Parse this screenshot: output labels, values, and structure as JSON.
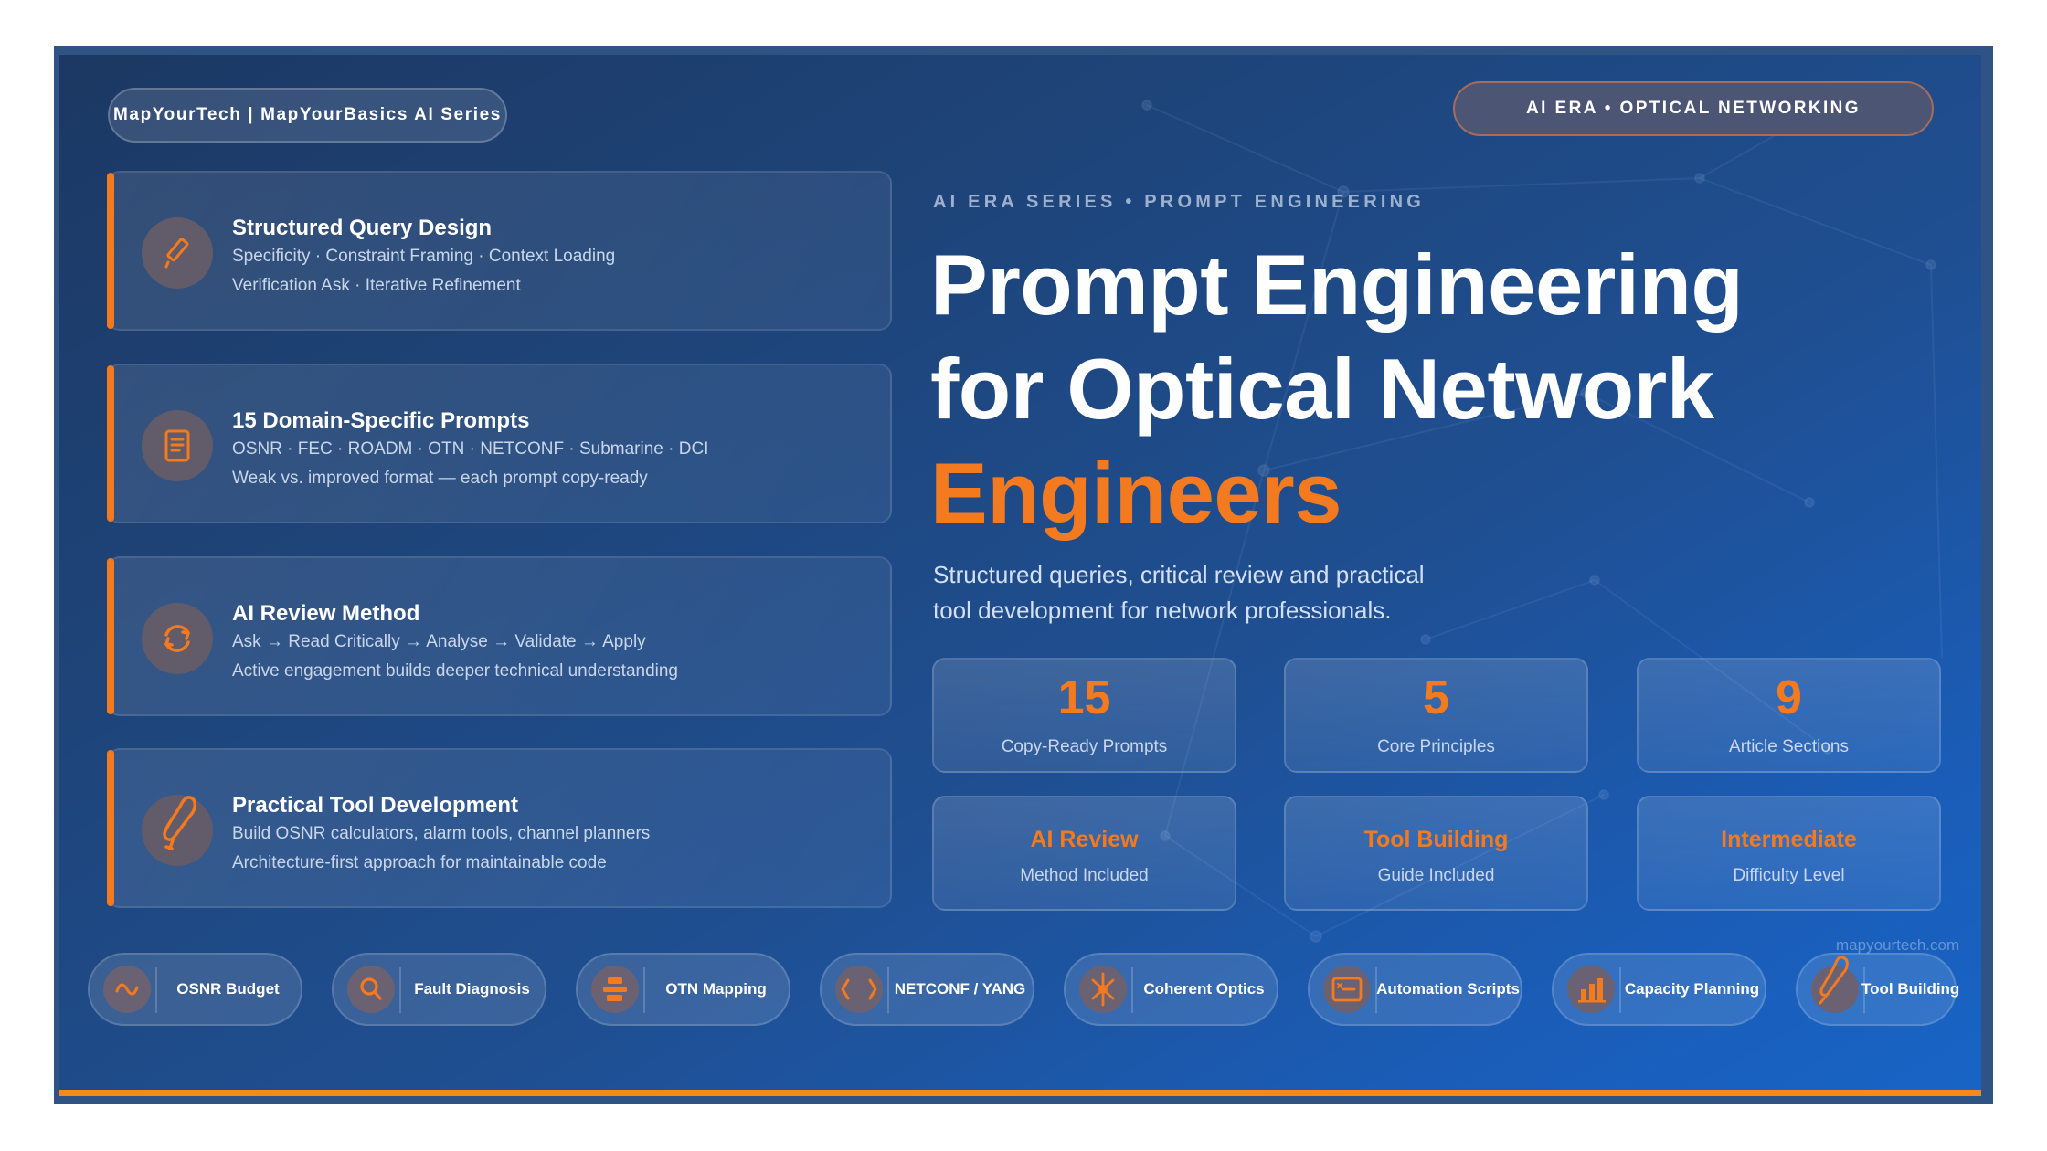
{
  "brand_pill": "MapYourTech | MapYourBasics AI Series",
  "era_pill": "AI ERA • OPTICAL NETWORKING",
  "kicker": "AI ERA SERIES • PROMPT ENGINEERING",
  "headline": {
    "line1": "Prompt Engineering",
    "line2": "for Optical Network",
    "line3": "Engineers"
  },
  "subtitle": {
    "line1": "Structured queries, critical review and practical",
    "line2": "tool development for network professionals."
  },
  "feature_cards": [
    {
      "icon": "pencil-icon",
      "title": "Structured Query Design",
      "line1": "Specificity · Constraint Framing · Context Loading",
      "line2": "Verification Ask · Iterative Refinement"
    },
    {
      "icon": "document-icon",
      "title": "15 Domain-Specific Prompts",
      "line1": "OSNR · FEC · ROADM · OTN · NETCONF · Submarine · DCI",
      "line2": "Weak vs. improved format — each prompt copy-ready"
    },
    {
      "icon": "refresh-cycle-icon",
      "title": "AI Review Method",
      "line1": "Ask → Read Critically → Analyse → Validate → Apply",
      "line2": "Active engagement builds deeper technical understanding"
    },
    {
      "icon": "wrench-icon",
      "title": "Practical Tool Development",
      "line1": "Build OSNR calculators, alarm tools, channel planners",
      "line2": "Architecture-first approach for maintainable code"
    }
  ],
  "stats": [
    {
      "value": "15",
      "caption": "Copy-Ready Prompts"
    },
    {
      "value": "5",
      "caption": "Core Principles"
    },
    {
      "value": "9",
      "caption": "Article Sections"
    },
    {
      "value": "AI Review",
      "caption": "Method Included"
    },
    {
      "value": "Tool Building",
      "caption": "Guide Included"
    },
    {
      "value": "Intermediate",
      "caption": "Difficulty Level"
    }
  ],
  "chips": [
    {
      "icon": "sine-wave-icon",
      "label": "OSNR Budget"
    },
    {
      "icon": "search-icon",
      "label": "Fault Diagnosis"
    },
    {
      "icon": "stack-bars-icon",
      "label": "OTN Mapping"
    },
    {
      "icon": "code-brackets-icon",
      "label": "NETCONF / YANG"
    },
    {
      "icon": "starburst-icon",
      "label": "Coherent Optics"
    },
    {
      "icon": "terminal-icon",
      "label": "Automation Scripts"
    },
    {
      "icon": "bar-chart-icon",
      "label": "Capacity Planning"
    },
    {
      "icon": "wrench-icon",
      "label": "Tool Building"
    }
  ],
  "watermark": "mapyourtech.com",
  "colors": {
    "accent": "#f47a20",
    "background_dark": "#1c3863",
    "background_light": "#1864c6",
    "frame": "#2f5383",
    "text_primary": "#ffffff",
    "text_secondary": "#c9d6ea"
  }
}
